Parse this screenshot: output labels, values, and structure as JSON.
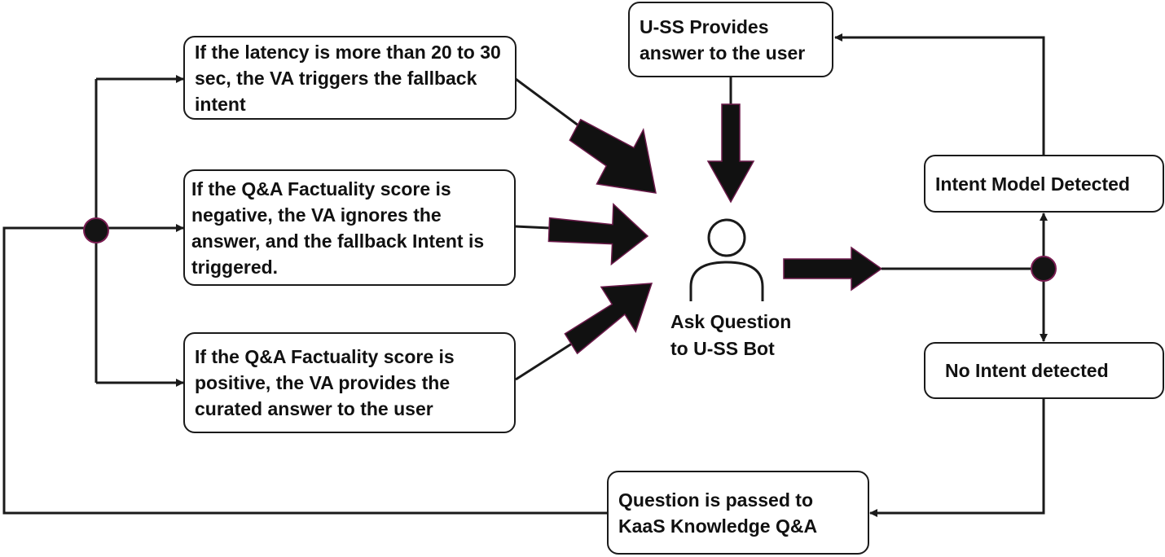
{
  "colors": {
    "stroke": "#1a1a1a",
    "arrow_fill": "#111111",
    "arrow_edge": "#6b1a4a",
    "node_fill": "#141414",
    "node_edge": "#7a1d52"
  },
  "nodes": {
    "latency": "If the latency is more than 20 to 30 sec, the VA triggers the fallback intent",
    "negative": "If the Q&A Factuality score is negative, the VA ignores the answer, and the fallback Intent is triggered.",
    "positive": "If the Q&A Factuality score is positive, the VA provides the curated answer to the user",
    "uss_provides": "U-SS Provides answer to the user",
    "intent_detected": "Intent Model Detected",
    "no_intent": "No Intent detected",
    "kaas": "Question is passed to KaaS Knowledge Q&A",
    "ask_question": "Ask Question to U-SS Bot"
  },
  "icons": {
    "user": "person-icon"
  }
}
